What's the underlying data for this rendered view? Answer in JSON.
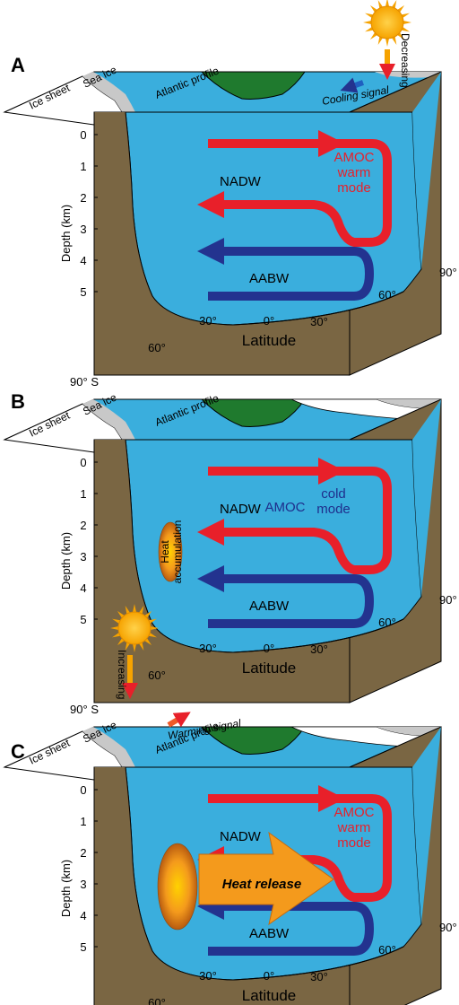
{
  "colors": {
    "ocean": "#3aaedd",
    "land": "#7a6643",
    "green_land": "#1f7a2e",
    "sea_ice": "#c8c8c8",
    "ice_sheet": "#ffffff",
    "nadw": "#e8202a",
    "aabw": "#23338f",
    "sun": "#f6a300",
    "heat": "#f49a1c"
  },
  "common": {
    "depth_label": "Depth (km)",
    "latitude_label": "Latitude",
    "depth_ticks": [
      "0",
      "1",
      "2",
      "3",
      "4",
      "5"
    ],
    "lat_ticks": [
      "90° S",
      "60°",
      "30°",
      "0°",
      "30°",
      "60°",
      "90° N"
    ],
    "atlantic_profile": "Atlantic profile",
    "nadw": "NADW",
    "aabw": "AABW",
    "sea_ice": "Sea ice",
    "ice_sheet": "Ice sheet"
  },
  "panels": [
    {
      "label": "A",
      "sun_text": "Decreasing",
      "signal": "Cooling signal",
      "amoc": [
        "AMOC",
        "warm",
        "mode"
      ]
    },
    {
      "label": "B",
      "amoc": [
        "AMOC",
        "cold",
        "mode"
      ],
      "heat": [
        "Heat",
        "accumulation"
      ]
    },
    {
      "label": "C",
      "sun_text": "Increasing",
      "signal": "Warming signal",
      "amoc": [
        "AMOC",
        "warm",
        "mode"
      ],
      "heat_release": "Heat release"
    }
  ]
}
